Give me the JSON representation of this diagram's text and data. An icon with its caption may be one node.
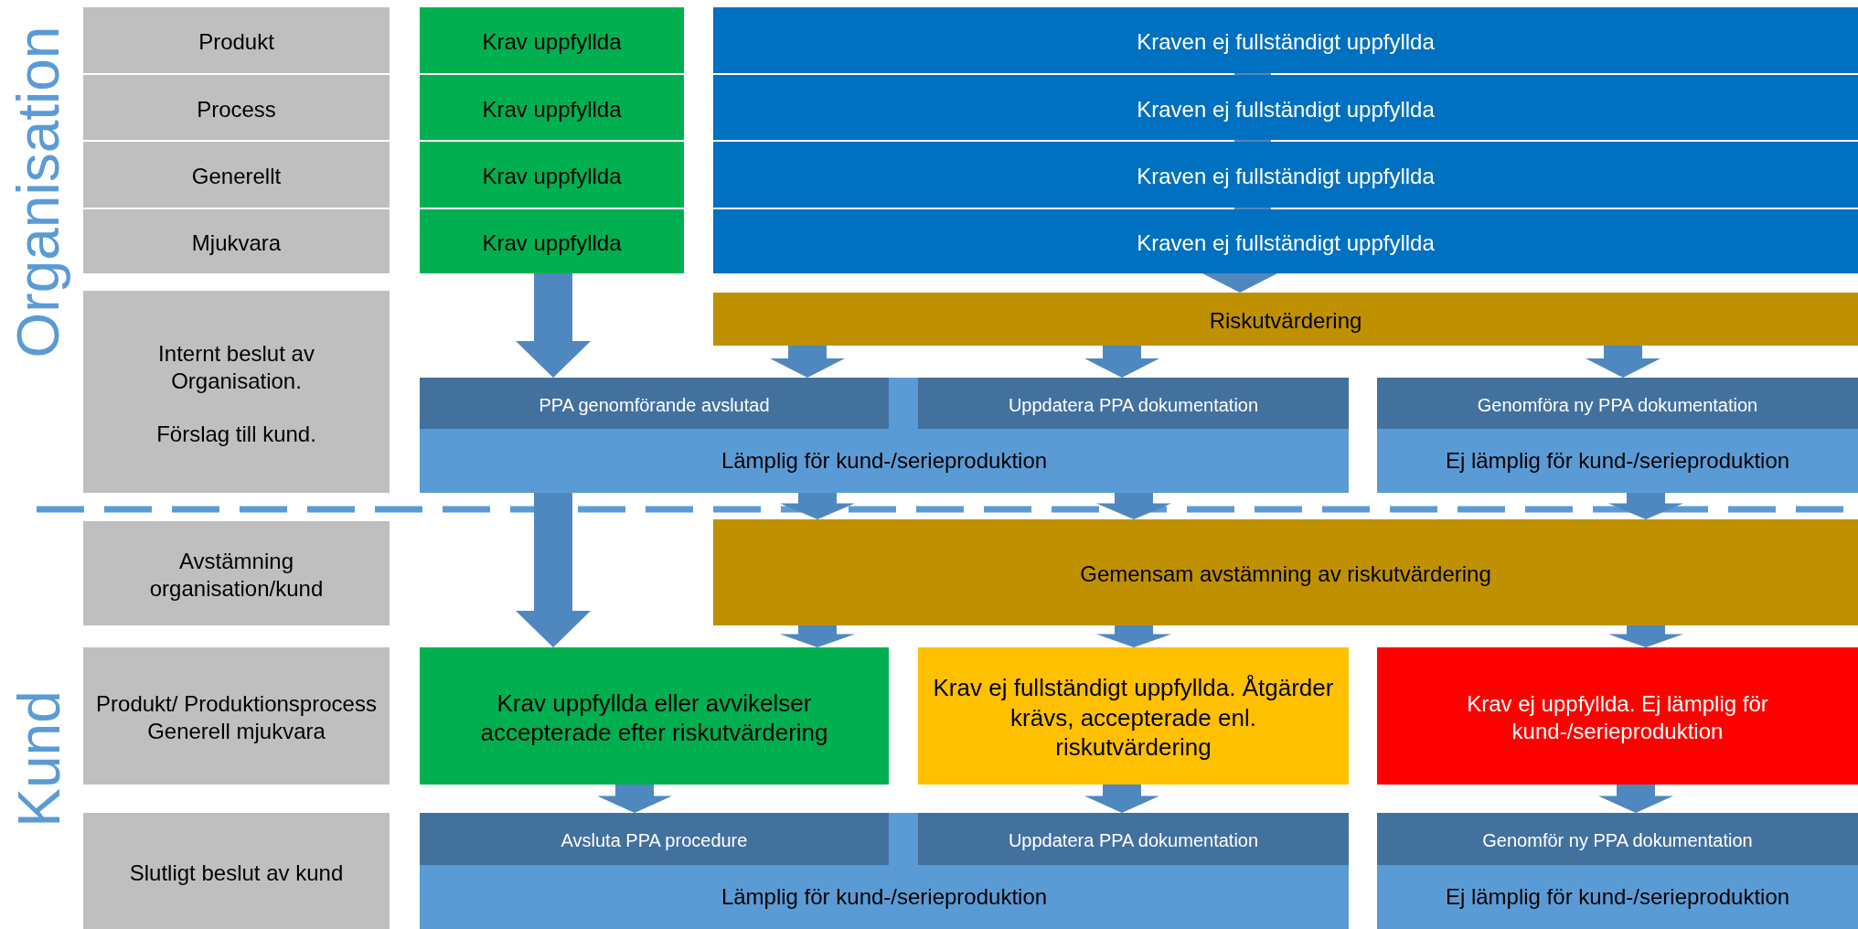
{
  "diagram": {
    "nodes": [
      {
        "text": [
          "Produkt"
        ]
      },
      {
        "text": [
          "Krav uppfyllda"
        ]
      },
      {
        "text": [
          "Kraven ej fullständigt uppfyllda"
        ]
      },
      {
        "text": [
          "Process"
        ]
      },
      {
        "text": [
          "Krav uppfyllda"
        ]
      },
      {
        "text": [
          "Kraven ej fullständigt uppfyllda"
        ]
      },
      {
        "text": [
          "Generellt"
        ]
      },
      {
        "text": [
          "Krav uppfyllda"
        ]
      },
      {
        "text": [
          "Kraven ej fullständigt uppfyllda"
        ]
      },
      {
        "text": [
          "Mjukvara"
        ]
      },
      {
        "text": [
          "Krav uppfyllda"
        ]
      },
      {
        "text": [
          "Kraven ej fullständigt uppfyllda"
        ]
      },
      {
        "text": [
          "Internt beslut av Organisation.",
          "Förslag till kund."
        ]
      },
      {
        "text": [
          "Riskutvärdering"
        ]
      },
      {
        "text": [
          "Lämplig för kund-/serieproduktion"
        ]
      },
      {
        "text": [
          "PPA genomförande avslutad"
        ],
        "in": 14
      },
      {
        "text": [
          "Uppdatera PPA dokumentation"
        ],
        "in": 14
      },
      {
        "text": [
          "Ej lämplig för kund-/serieproduktion"
        ]
      },
      {
        "text": [
          "Genomföra ny PPA dokumentation"
        ],
        "in": 17
      },
      {
        "text": [
          "Avstämning organisation/kund"
        ]
      },
      {
        "text": [
          "Gemensam avstämning av riskutvärdering"
        ]
      },
      {
        "text": [
          "Produkt/ Produktionsprocess Generell mjukvara"
        ]
      },
      {
        "text": [
          "Krav uppfyllda eller avvikelser accepterade efter riskutvärdering"
        ]
      },
      {
        "text": [
          "Krav ej fullständigt uppfyllda. Åtgärder krävs, accepterade enl. riskutvärdering"
        ]
      },
      {
        "text": [
          "Krav ej uppfyllda. Ej lämplig för kund-/serieproduktion"
        ]
      },
      {
        "text": [
          "Slutligt beslut av kund"
        ]
      },
      {
        "text": [
          "Lämplig för kund-/serieproduktion"
        ]
      },
      {
        "text": [
          "Avsluta PPA procedure"
        ],
        "in": 26
      },
      {
        "text": [
          "Uppdatera PPA dokumentation"
        ],
        "in": 26
      },
      {
        "text": [
          "Ej lämplig för kund-/serieproduktion"
        ]
      },
      {
        "text": [
          "Genomför ny PPA dokumentation"
        ],
        "in": 29
      }
    ],
    "edges": [
      {
        "from": 2,
        "to": 5,
        "arrow": "none"
      },
      {
        "from": 5,
        "to": 8,
        "arrow": "none"
      },
      {
        "from": 8,
        "to": 11,
        "arrow": "none"
      },
      {
        "from": 11,
        "to": 13,
        "arrow": "to"
      },
      {
        "from": 10,
        "to": 15,
        "arrow": "to"
      },
      {
        "from": 13,
        "to": 15,
        "arrow": "to"
      },
      {
        "from": 13,
        "to": 16,
        "arrow": "to"
      },
      {
        "from": 13,
        "to": 18,
        "arrow": "to"
      },
      {
        "from": 14,
        "to": 20,
        "arrow": "to"
      },
      {
        "from": 14,
        "to": 20,
        "arrow": "to"
      },
      {
        "from": 17,
        "to": 20,
        "arrow": "to"
      },
      {
        "from": 14,
        "to": 22,
        "arrow": "to"
      },
      {
        "from": 20,
        "to": 22,
        "arrow": "to"
      },
      {
        "from": 20,
        "to": 23,
        "arrow": "to"
      },
      {
        "from": 20,
        "to": 24,
        "arrow": "to"
      },
      {
        "from": 22,
        "to": 27,
        "arrow": "to"
      },
      {
        "from": 23,
        "to": 28,
        "arrow": "to"
      },
      {
        "from": 24,
        "to": 30,
        "arrow": "to"
      }
    ],
    "labels": [
      "Organisation",
      "Kund"
    ]
  }
}
